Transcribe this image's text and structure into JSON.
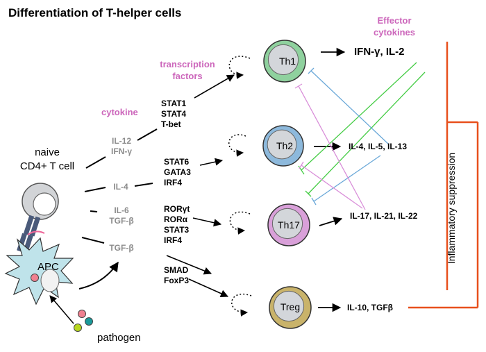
{
  "title": "Differentiation of T-helper cells",
  "headers": {
    "cytokine": "cytokine",
    "transcription_factors": [
      "transcription",
      "factors"
    ],
    "effector_cytokines": [
      "Effector",
      "cytokines"
    ]
  },
  "naive_cell": [
    "naive",
    "CD4+ T cell"
  ],
  "apc_label": "APC",
  "pathogen_label": "pathogen",
  "input_cytokines": [
    [
      "IL-12",
      "IFN-γ"
    ],
    [
      "IL-4"
    ],
    [
      "IL-6",
      "TGF-β"
    ],
    [
      "TGF-β"
    ]
  ],
  "transcription_factors": [
    [
      "STAT1",
      "STAT4",
      "T-bet"
    ],
    [
      "STAT6",
      "GATA3",
      "IRF4"
    ],
    [
      "RORγt",
      "RORα",
      "STAT3",
      "IRF4"
    ],
    [
      "SMAD",
      "FoxP3"
    ]
  ],
  "cells": [
    {
      "label": "Th1",
      "color": "#8fd19e"
    },
    {
      "label": "Th2",
      "color": "#8db9dc"
    },
    {
      "label": "Th17",
      "color": "#d9a0d9"
    },
    {
      "label": "Treg",
      "color": "#c9b36a"
    }
  ],
  "effector_cytokines": [
    "IFN-γ, IL-2",
    "IL-4, IL-5, IL-13",
    "IL-17, IL-21, IL-22",
    "IL-10, TGFβ"
  ],
  "suppression_label": "Inflammatory suppression",
  "colors": {
    "header_pink": "#cc66bb",
    "bracket_orange": "#e8501c",
    "inhibit_green": "#44cc44",
    "inhibit_blue": "#6aa8d8",
    "inhibit_pink": "#d98fd9",
    "apc_fill": "#bfe3ea"
  }
}
